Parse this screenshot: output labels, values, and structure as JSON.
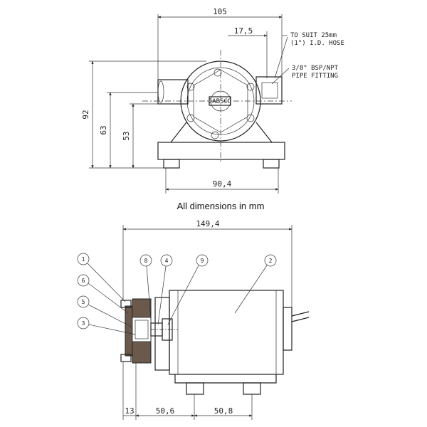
{
  "top_view": {
    "dim_width": "105",
    "dim_port_offset": "17,5",
    "dim_base_width": "90,4",
    "dim_height_total": "92",
    "dim_height_mid": "63",
    "dim_height_low": "53",
    "note_hose_line1": "TO SUIT 25mm",
    "note_hose_line2": "(1\") I.D. HOSE",
    "note_fitting_line1": "3/8\" BSP/NPT",
    "note_fitting_line2": "PIPE FITTING",
    "brand_plate": "JABSCO"
  },
  "caption": "All dimensions in mm",
  "side_view": {
    "dim_length": "149,4",
    "dim_a": "13",
    "dim_b": "50,6",
    "dim_c": "50,8",
    "balloons": [
      "1",
      "6",
      "5",
      "3",
      "8",
      "4",
      "9",
      "2"
    ]
  }
}
